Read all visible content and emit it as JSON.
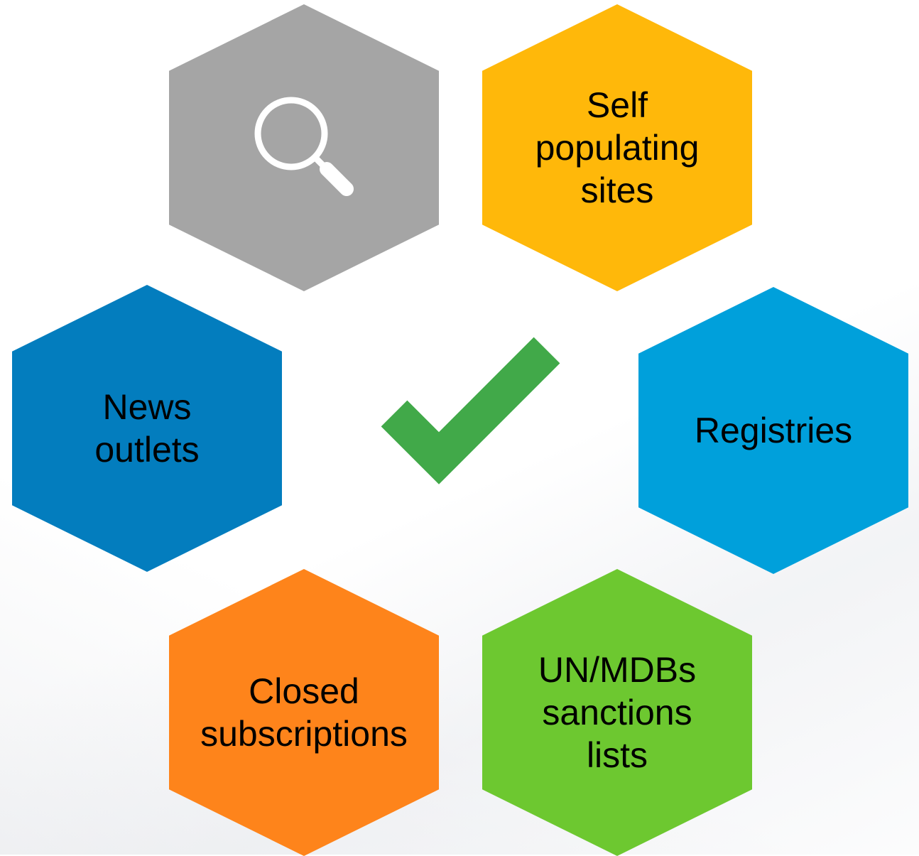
{
  "diagram": {
    "hexagons": [
      {
        "id": "search",
        "icon": "search-icon",
        "color": "#a5a5a5"
      },
      {
        "id": "self",
        "label": "Self populating sites",
        "color": "#ffb80a"
      },
      {
        "id": "news",
        "label": "News outlets",
        "color": "#037dbe"
      },
      {
        "id": "registries",
        "label": "Registries",
        "color": "#00a0db"
      },
      {
        "id": "closed",
        "label": "Closed subscriptions",
        "color": "#fe841b"
      },
      {
        "id": "un",
        "label": "UN/MDBs sanctions lists",
        "color": "#6dc830"
      }
    ],
    "center_icon": {
      "name": "checkmark-icon",
      "color": "#41a949"
    }
  }
}
